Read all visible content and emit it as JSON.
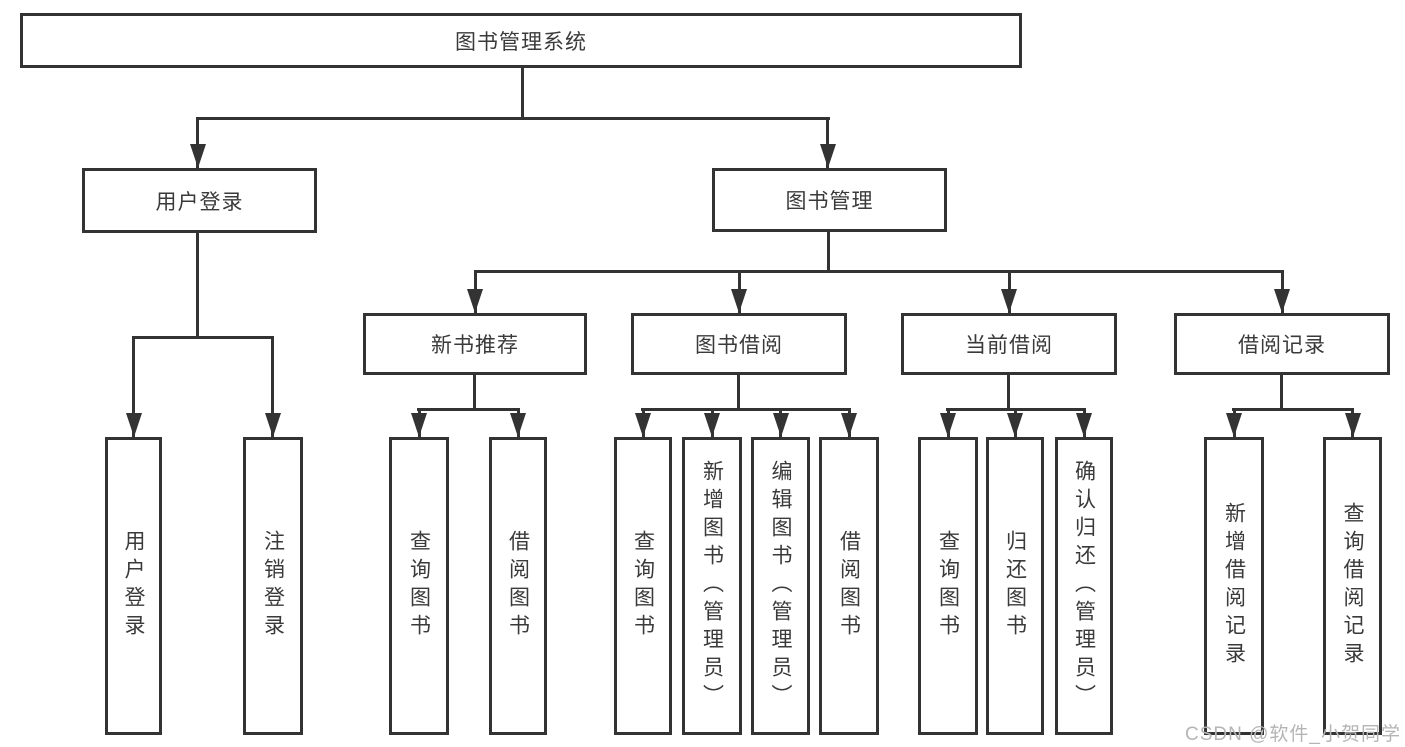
{
  "diagram": {
    "root": {
      "label": "图书管理系统"
    },
    "branches": [
      {
        "label": "用户登录",
        "children": [
          {
            "label": "用户登录"
          },
          {
            "label": "注销登录"
          }
        ]
      },
      {
        "label": "图书管理",
        "children": [
          {
            "label": "新书推荐",
            "children": [
              {
                "label": "查询图书"
              },
              {
                "label": "借阅图书"
              }
            ]
          },
          {
            "label": "图书借阅",
            "children": [
              {
                "label": "查询图书"
              },
              {
                "label": "新增图书（管理员）"
              },
              {
                "label": "编辑图书（管理员）"
              },
              {
                "label": "借阅图书"
              }
            ]
          },
          {
            "label": "当前借阅",
            "children": [
              {
                "label": "查询图书"
              },
              {
                "label": "归还图书"
              },
              {
                "label": "确认归还（管理员）"
              }
            ]
          },
          {
            "label": "借阅记录",
            "children": [
              {
                "label": "新增借阅记录"
              },
              {
                "label": "查询借阅记录"
              }
            ]
          }
        ]
      }
    ]
  },
  "watermark": {
    "text": "CSDN @软件_小贺同学"
  },
  "colors": {
    "line": "#333333",
    "text": "#3a3a3a",
    "watermark": "#b5b5b5",
    "background": "#ffffff"
  }
}
